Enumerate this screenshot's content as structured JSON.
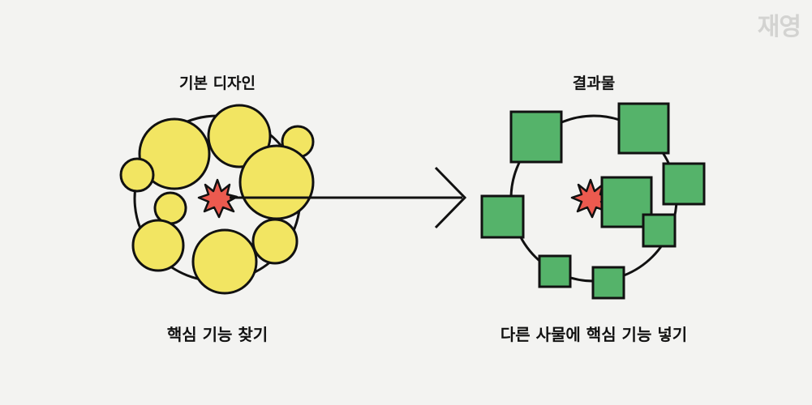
{
  "logo": {
    "text": "재영"
  },
  "left": {
    "title": "기본 디자인",
    "caption": "핵심 기능 찾기",
    "fill_color": "#f2e562",
    "star_color": "#ec5a4f"
  },
  "right": {
    "title": "결과물",
    "caption": "다른 사물에 핵심 기능 넣기",
    "fill_color": "#55b36a",
    "star_color": "#ec5a4f"
  },
  "arrow": {
    "direction": "left-to-right"
  },
  "colors": {
    "background": "#f3f3f1",
    "stroke": "#111111"
  }
}
